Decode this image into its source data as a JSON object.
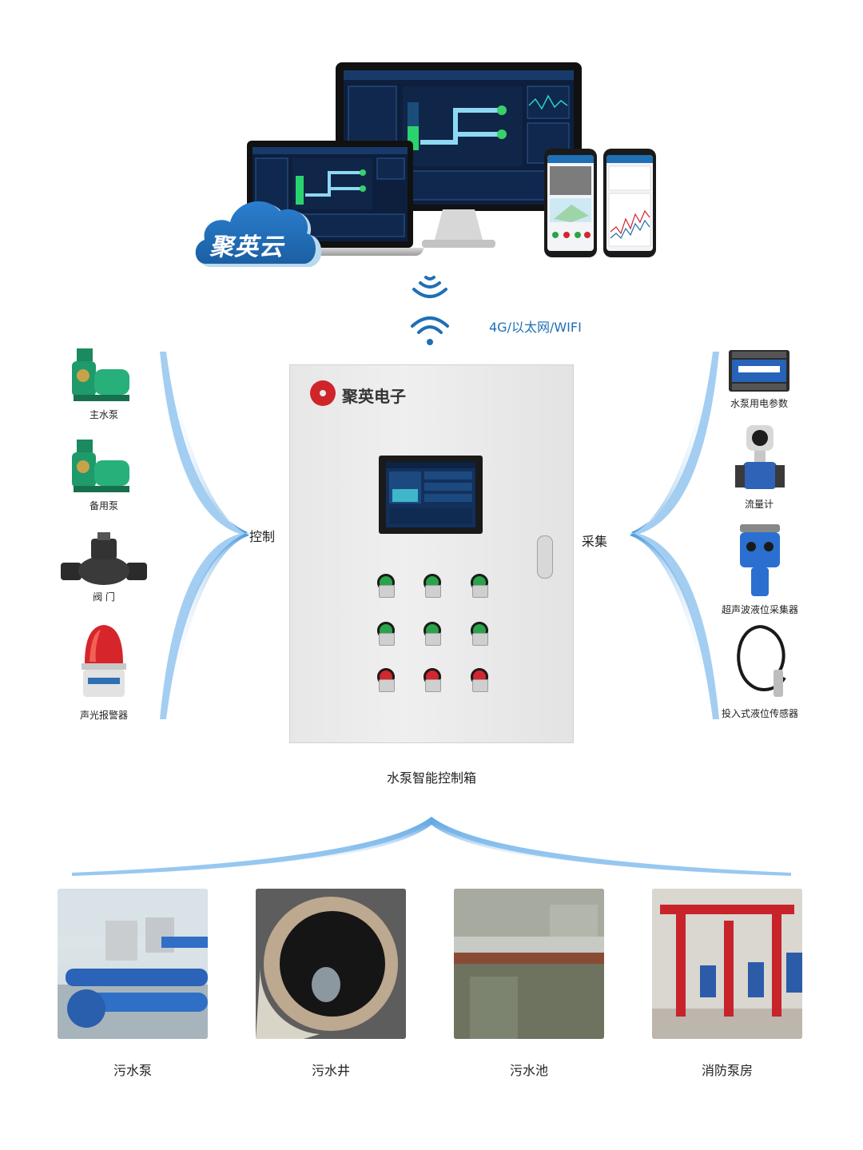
{
  "brand": {
    "cloud_name": "聚英云",
    "company_name": "聚英电子",
    "accent_color": "#1f6fb5",
    "logo_color": "#d0242b"
  },
  "network": {
    "label": "4G/以太网/WIFI",
    "icon": "wifi-signal-icon"
  },
  "center": {
    "title": "水泵智能控制箱",
    "control_label": "控制",
    "collect_label": "采集"
  },
  "control_devices": [
    {
      "label": "主水泵",
      "icon": "pump-icon"
    },
    {
      "label": "备用泵",
      "icon": "pump-icon"
    },
    {
      "label": "阀 门",
      "icon": "valve-icon"
    },
    {
      "label": "声光报警器",
      "icon": "alarm-light-icon"
    }
  ],
  "collect_devices": [
    {
      "label": "水泵用电参数",
      "icon": "power-meter-icon"
    },
    {
      "label": "流量计",
      "icon": "flowmeter-icon"
    },
    {
      "label": "超声波液位采集器",
      "icon": "ultrasonic-sensor-icon"
    },
    {
      "label": "投入式液位传感器",
      "icon": "submersible-sensor-icon"
    }
  ],
  "scenes": [
    {
      "label": "污水泵"
    },
    {
      "label": "污水井"
    },
    {
      "label": "污水池"
    },
    {
      "label": "消防泵房"
    }
  ],
  "panel_buttons": {
    "rows": [
      {
        "color": "#2aa44a"
      },
      {
        "color": "#2aa44a"
      },
      {
        "color": "#d3262e"
      }
    ]
  }
}
